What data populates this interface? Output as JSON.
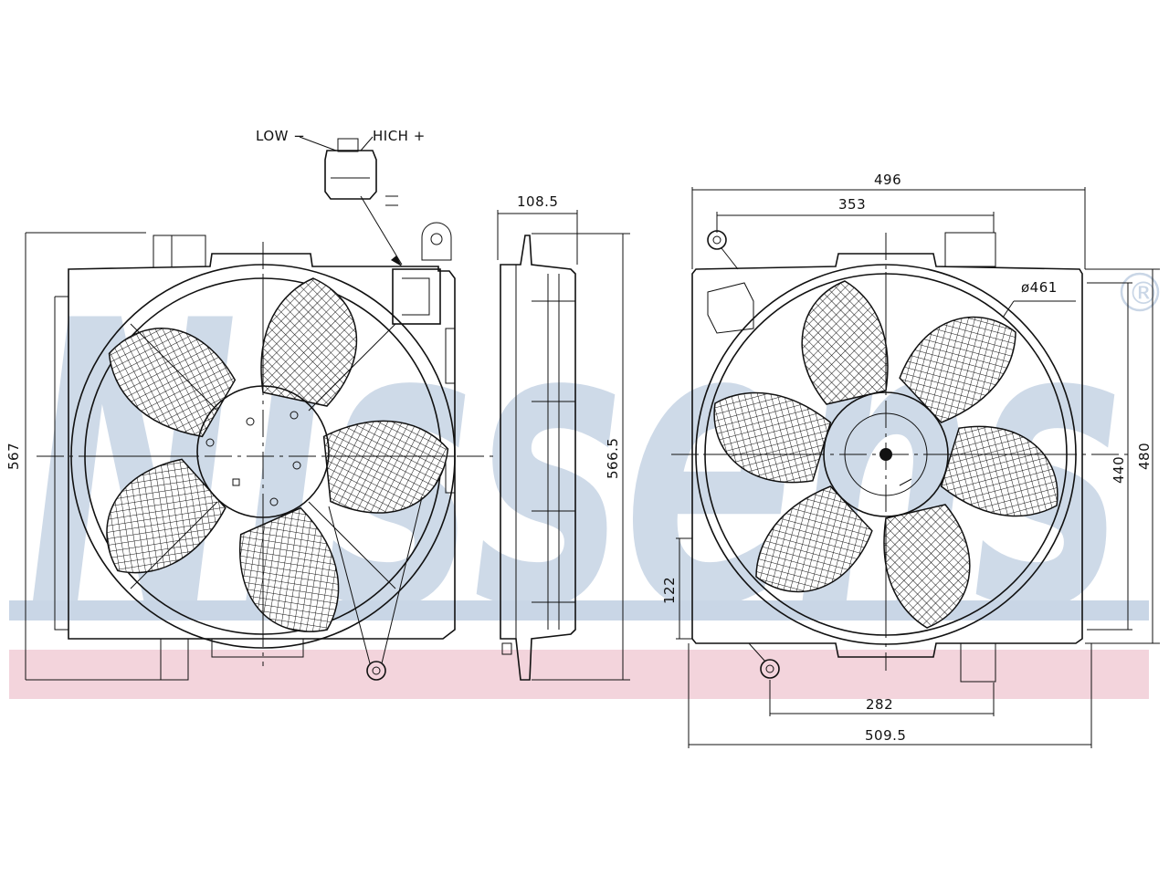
{
  "watermark": {
    "brand": "Nissens",
    "registered_mark": "®",
    "brand_color": "#c9d6e6",
    "stripe_blue": "#c9d6e6",
    "stripe_pink": "#f3d4dc"
  },
  "connector": {
    "low_label": "LOW  −",
    "high_label": "HICH  +"
  },
  "dimensions": {
    "front_height": "567",
    "side_depth": "108.5",
    "side_height": "566.5",
    "rear_width_top": "496",
    "rear_inner_width": "353",
    "fan_diameter": "ø461",
    "rear_height": "480",
    "rear_inner_height": "440",
    "mount_height": "122",
    "mount_spacing": "282",
    "rear_width_bottom": "509.5"
  }
}
